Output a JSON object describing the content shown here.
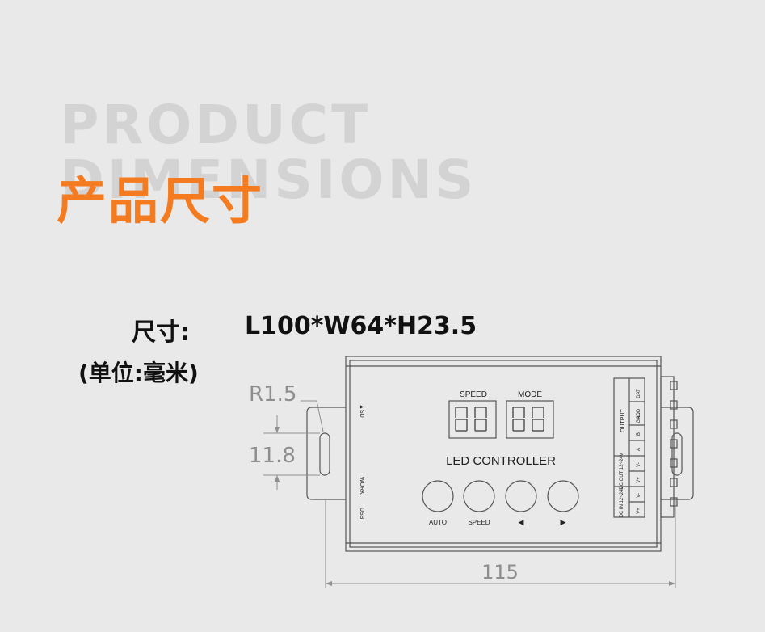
{
  "header": {
    "bg_line1": "PRODUCT",
    "bg_line2": "DIMENSIONS",
    "title_cn": "产品尺寸"
  },
  "specs": {
    "size_label": "尺寸:",
    "size_value": "L100*W64*H23.5",
    "unit_label": "(单位:毫米)"
  },
  "dimensions": {
    "radius": "R1.5",
    "slot_height": "11.8",
    "total_length": "115"
  },
  "device": {
    "speed_label": "SPEED",
    "mode_label": "MODE",
    "name": "LED CONTROLLER",
    "side_sd": "▲SD",
    "side_work": "WORK",
    "side_usb": "USB",
    "buttons": [
      "AUTO",
      "SPEED",
      "◀",
      "▶"
    ],
    "terminal_output_group": "OUTPUT",
    "terminal_output": [
      "DAT",
      "ADD",
      "GND",
      "B",
      "A"
    ],
    "terminal_dcout_group": "DC OUT 12~24V",
    "terminal_dcout": [
      "V-",
      "V+"
    ],
    "terminal_dcin_group": "DC IN 12~24V",
    "terminal_dcin": [
      "V-",
      "V+"
    ]
  },
  "colors": {
    "accent": "#f47b20",
    "bg_text": "#d3d3d3",
    "line": "#555555",
    "dim": "#8e8e8e"
  }
}
